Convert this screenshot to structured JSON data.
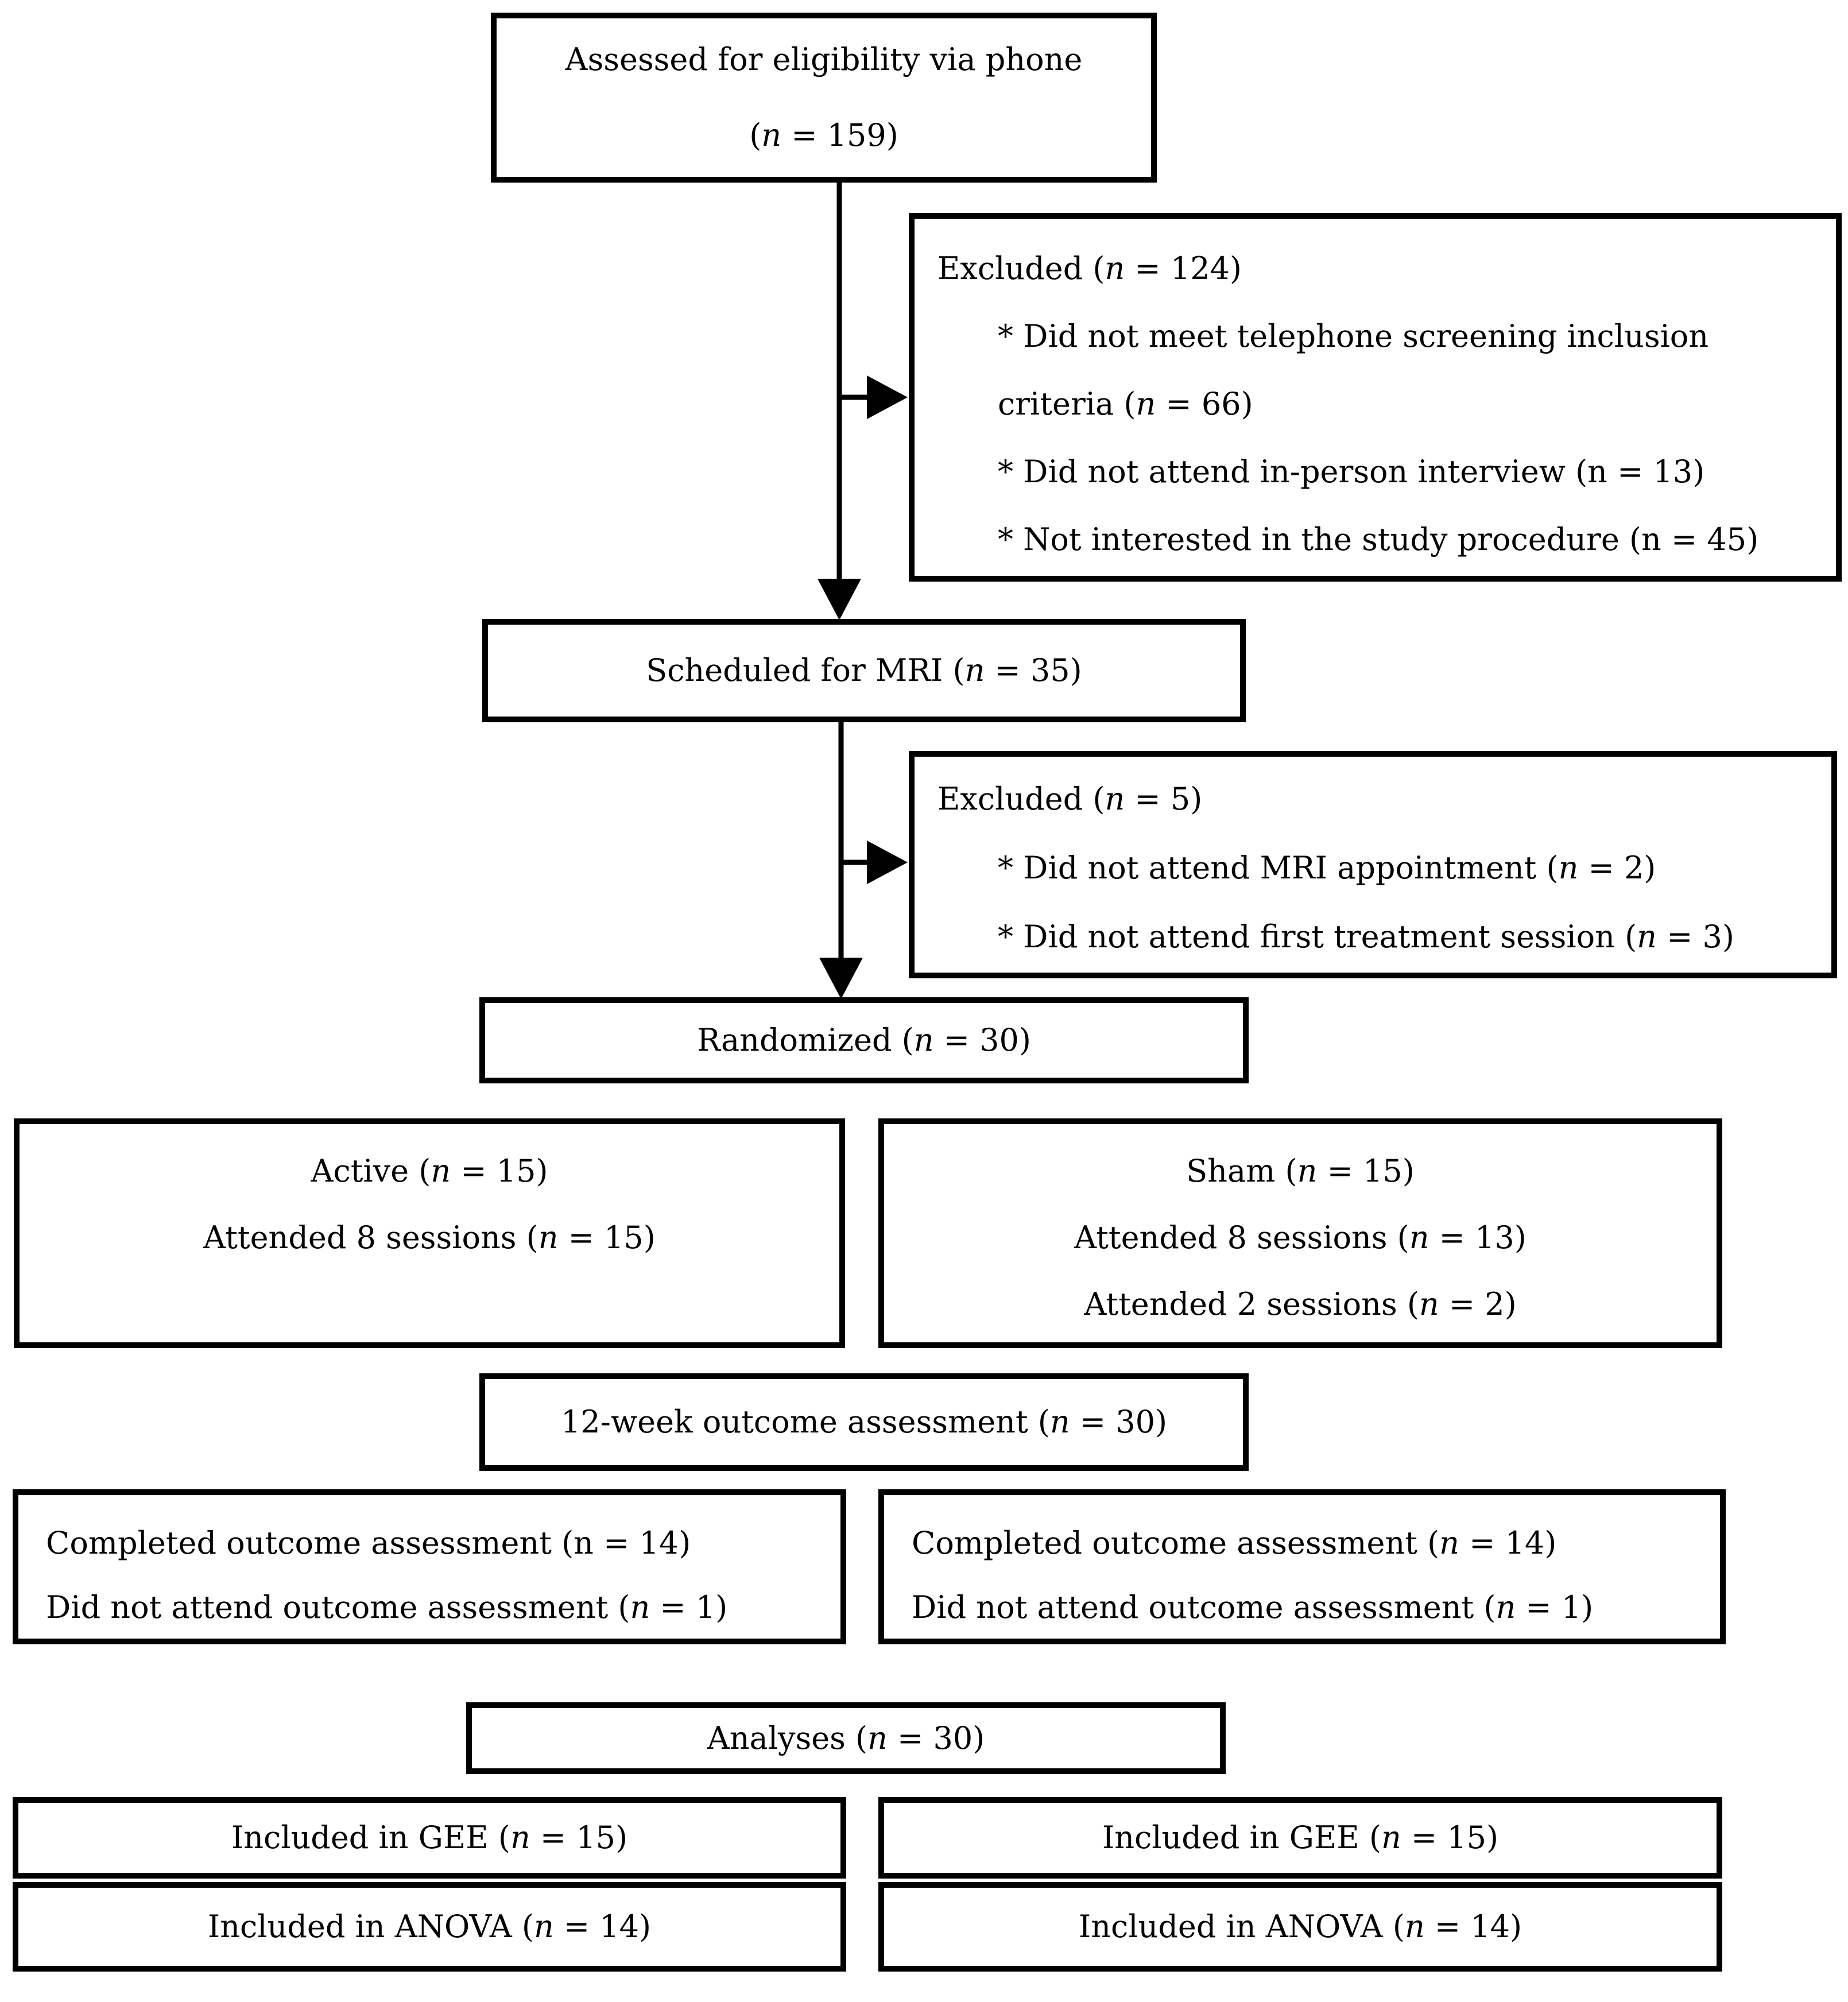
{
  "colors": {
    "background": "#ffffff",
    "border": "#000000",
    "text": "#000000"
  },
  "flowchart": {
    "boxes": {
      "assessed": {
        "lines": [
          {
            "text": "Assessed for eligibility via phone",
            "italic_n": false
          },
          {
            "text": "(n = 159)",
            "italic_n": true
          }
        ]
      },
      "excluded_phone": {
        "lines": [
          {
            "text": "Excluded (n = 124)",
            "italic_n": true
          },
          {
            "text": "* Did not meet telephone screening inclusion",
            "italic_n": false
          },
          {
            "text": "criteria (n = 66)",
            "italic_n": true
          },
          {
            "text": "* Did not attend in-person interview (n = 13)",
            "italic_n": false
          },
          {
            "text": "* Not interested in the study procedure (n = 45)",
            "italic_n": false
          }
        ]
      },
      "scheduled": {
        "lines": [
          {
            "text": "Scheduled for MRI (n = 35)",
            "italic_n": true
          }
        ]
      },
      "excluded_mri": {
        "lines": [
          {
            "text": "Excluded (n = 5)",
            "italic_n": true
          },
          {
            "text": "* Did not attend MRI appointment (n = 2)",
            "italic_n": true
          },
          {
            "text": "* Did not attend first treatment session (n = 3)",
            "italic_n": true
          }
        ]
      },
      "randomized": {
        "lines": [
          {
            "text": "Randomized (n = 30)",
            "italic_n": true
          }
        ]
      },
      "active_group": {
        "lines": [
          {
            "text": "Active (n = 15)",
            "italic_n": true
          },
          {
            "text": "Attended 8 sessions (n = 15)",
            "italic_n": true
          }
        ]
      },
      "sham_group": {
        "lines": [
          {
            "text": "Sham (n = 15)",
            "italic_n": true
          },
          {
            "text": "Attended 8 sessions (n = 13)",
            "italic_n": true
          },
          {
            "text": "Attended 2 sessions (n = 2)",
            "italic_n": true
          }
        ]
      },
      "outcome_12week": {
        "lines": [
          {
            "text": "12-week outcome assessment (n = 30)",
            "italic_n": true
          }
        ]
      },
      "completed_active": {
        "lines": [
          {
            "text": "Completed outcome assessment (n = 14)",
            "italic_n": false
          },
          {
            "text": "Did not attend outcome assessment (n = 1)",
            "italic_n": true
          }
        ]
      },
      "completed_sham": {
        "lines": [
          {
            "text": "Completed outcome assessment (n = 14)",
            "italic_n": true
          },
          {
            "text": "Did not attend outcome assessment (n = 1)",
            "italic_n": true
          }
        ]
      },
      "analyses": {
        "lines": [
          {
            "text": "Analyses (n = 30)",
            "italic_n": true
          }
        ]
      },
      "gee_active": {
        "lines": [
          {
            "text": "Included in GEE (n = 15)",
            "italic_n": true
          }
        ]
      },
      "anova_active": {
        "lines": [
          {
            "text": "Included in ANOVA (n = 14)",
            "italic_n": true
          }
        ]
      },
      "gee_sham": {
        "lines": [
          {
            "text": "Included in GEE (n = 15)",
            "italic_n": true
          }
        ]
      },
      "anova_sham": {
        "lines": [
          {
            "text": "Included in ANOVA (n = 14)",
            "italic_n": true
          }
        ]
      }
    }
  }
}
